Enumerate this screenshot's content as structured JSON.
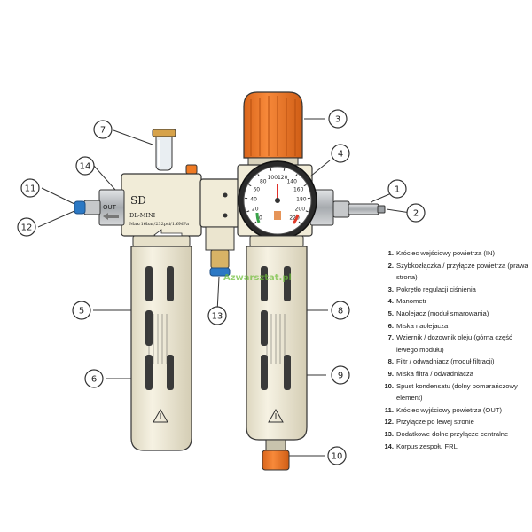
{
  "diagram": {
    "unit_text": {
      "brand": "SD",
      "model": "DL-MINI",
      "rating": "Max:16bar/232psi/1.6MPa",
      "out_label": "OUT",
      "watermark": "Azwarsztat.pl"
    },
    "gauge_ticks": [
      "0",
      "20",
      "40",
      "60",
      "80",
      "100",
      "120",
      "140",
      "160",
      "180",
      "200",
      "220"
    ],
    "callouts": [
      "1",
      "2",
      "3",
      "4",
      "5",
      "6",
      "7",
      "8",
      "9",
      "10",
      "11",
      "12",
      "13",
      "14"
    ],
    "colors": {
      "body": "#f1ecd8",
      "orange": "#ef7a23",
      "blue": "#2b78c4",
      "metal": "#b9bcbf",
      "outline": "#333333"
    }
  },
  "legend": [
    {
      "num": "1.",
      "text": "Króciec wejściowy powietrza (IN)"
    },
    {
      "num": "2.",
      "text": "Szybkozłączka / przyłącze powietrza (prawa strona)"
    },
    {
      "num": "3.",
      "text": "Pokrętło regulacji ciśnienia"
    },
    {
      "num": "4.",
      "text": "Manometr"
    },
    {
      "num": "5.",
      "text": "Naolejacz (moduł smarowania)"
    },
    {
      "num": "6.",
      "text": "Miska naolejacza"
    },
    {
      "num": "7.",
      "text": "Wziernik / dozownik oleju (górna część lewego modułu)"
    },
    {
      "num": "8.",
      "text": "Filtr / odwadniacz (moduł filtracji)"
    },
    {
      "num": "9.",
      "text": "Miska filtra / odwadniacza"
    },
    {
      "num": "10.",
      "text": "Spust kondensatu (dolny pomarańczowy element)"
    },
    {
      "num": "11.",
      "text": "Króciec wyjściowy powietrza (OUT)"
    },
    {
      "num": "12.",
      "text": "Przyłącze po lewej stronie"
    },
    {
      "num": "13.",
      "text": "Dodatkowe dolne przyłącze centralne"
    },
    {
      "num": "14.",
      "text": "Korpus zespołu FRL"
    }
  ]
}
